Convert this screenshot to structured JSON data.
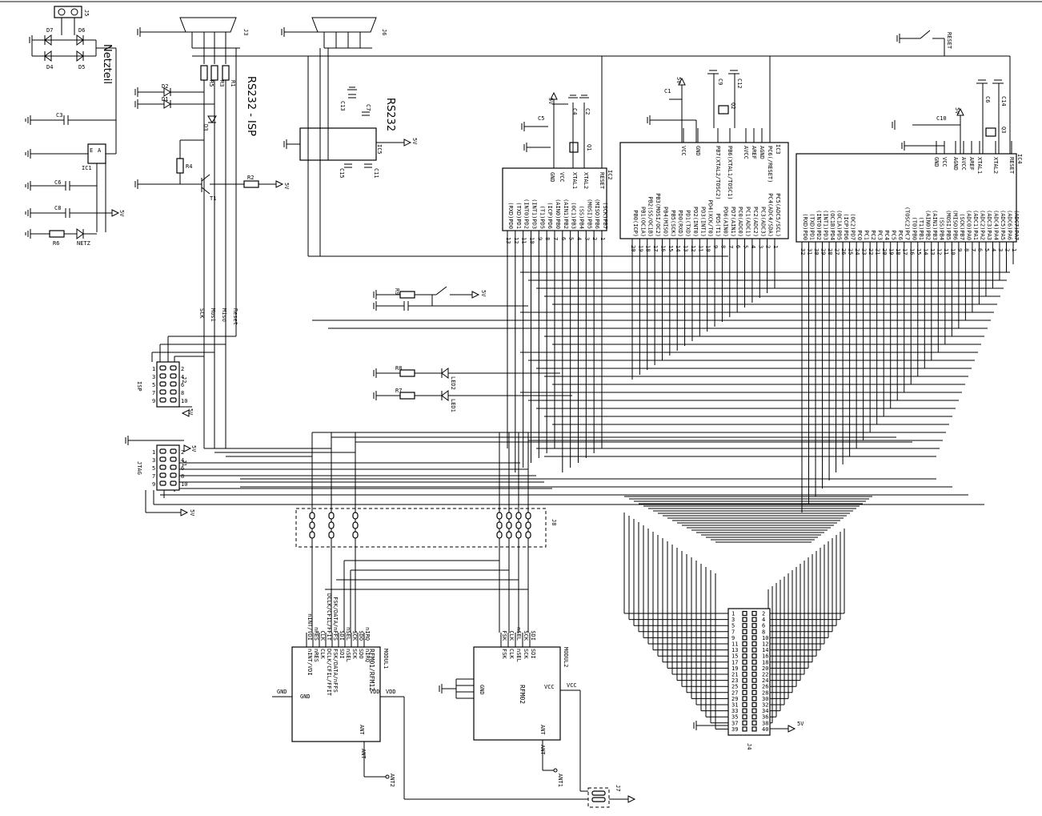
{
  "labels": {
    "netzteil": "Netzteil",
    "rs232_isp": "RS232 - ISP",
    "rs232": "RS232",
    "reset": "RESET",
    "j8": "J8",
    "j4": "J4",
    "j7": "J7",
    "j3": "J3",
    "j6": "J6",
    "j5": "J5",
    "j2": "J2",
    "j1": "J1",
    "isp": "ISP",
    "jtag": "JTAG",
    "modul1": "MODUL1",
    "modul2": "MODUL2",
    "rfm01": "RFM01/RFM12",
    "rfm02": "RFM02",
    "ant1": "ANT1",
    "ant2": "ANT2",
    "led1": "LED1",
    "led2": "LED2",
    "five_v": "5V",
    "gnd": "GND",
    "vdd": "VDD",
    "vcc": "VCC",
    "ant": "ANT",
    "sck": "SCK",
    "mosi": "Mosi",
    "miso": "Miso",
    "reset_sig": "Reset",
    "ic1": "IC1",
    "ic2": "IC2",
    "ic3": "IC3",
    "ic4": "IC4",
    "t1": "T1"
  },
  "parts": {
    "resistors": [
      "R1",
      "R2",
      "R3",
      "R4",
      "R5",
      "R6",
      "R7",
      "R8",
      "R9"
    ],
    "caps": [
      "C1",
      "C2",
      "C3",
      "C4",
      "C5",
      "C6",
      "C7",
      "C8",
      "C9",
      "C10",
      "C11",
      "C12",
      "C13",
      "C14",
      "C15"
    ],
    "diodes": [
      "D1",
      "D2",
      "D3",
      "D4",
      "D5",
      "D6",
      "D7"
    ],
    "quartz": [
      "Q1",
      "Q2",
      "Q3"
    ]
  },
  "ic2": {
    "pins_left": [
      "RESET",
      "XTAL2",
      "XTAL1",
      "VCC",
      "GND"
    ],
    "pins_bottom": [
      "(SCK)PB7",
      "(MISO)PB6",
      "(MOSI)PB5",
      "(SS)PB4",
      "(OC1)PB3",
      "(AIN1)PB2",
      "(AIN0)PB0",
      "(ICP)PD6",
      "(T1)PD5",
      "(INT1)PD3",
      "(INT0)PD2",
      "(TXD)PD1",
      "(RXD)PD0"
    ]
  },
  "ic3": {
    "pins_left": [
      "PC6(/RESET)",
      "AGND",
      "AREF",
      "AVCC",
      "PB6(XTAL1/TOSC1)",
      "PB7(XTAL2/TOSC2)",
      "GND",
      "VCC"
    ],
    "pins_bottom": [
      "PC5(ADC5/SCL)",
      "PC4(ADC4/SDA)",
      "PC3(ADC3)",
      "PC2(ADC2)",
      "PC1(ADC1)",
      "PC0(ADC0)",
      "PD7(AIN1)",
      "PD6(AIN0)",
      "PD5(T1)",
      "PD4(XCK/T0)",
      "PD3(INT1)",
      "PD2(INT0)",
      "PD1(TXD)",
      "PD0(RXD)",
      "PB5(SCK)",
      "PB4(MISO)",
      "PB3(MOSI/OC2)",
      "PB2(SS/OC1B)",
      "PB1(OC1A)",
      "PB0(ICP)"
    ]
  },
  "ic4": {
    "pins_left": [
      "RESET",
      "XTAL2",
      "XTAL1",
      "AREF",
      "AVCC",
      "AGND",
      "VCC",
      "GND"
    ],
    "pins_bottom": [
      "(ADC7)PA7",
      "(ADC6)PA6",
      "(ADC5)PA5",
      "(ADC4)PA4",
      "(ADC3)PA3",
      "(ADC2)PA2",
      "(ADC1)PA1",
      "(ADC0)PA0",
      "(SCK)PB7",
      "(MISO)PB6",
      "(MOSI)PB5",
      "(SS)PB4",
      "(AIN1)PB3",
      "(AIN0)PB2",
      "(T1)PB1",
      "(T0)PB0",
      "(TOSC2)PC7",
      "PC6",
      "PC5",
      "PC4",
      "PC3",
      "PC2",
      "PC1",
      "PC0",
      "(OC2)PD7",
      "(ICP)PD6",
      "(OC1A)PD5",
      "(OC1B)PD4",
      "(INT1)PD3",
      "(INT0)PD2",
      "(TXD)PD1",
      "(RXD)PD0"
    ]
  },
  "modul1_pins": [
    "nIRQ",
    "SDO",
    "SCK",
    "nSEL",
    "SDI",
    "FSK/DATA/nFFS",
    "DCLK/CFIL/FFIT",
    "CLK",
    "nRES",
    "nINT/VDI"
  ],
  "modul2_pins": [
    "SDI",
    "SCK",
    "nSEL",
    "CLK",
    "FSK"
  ]
}
